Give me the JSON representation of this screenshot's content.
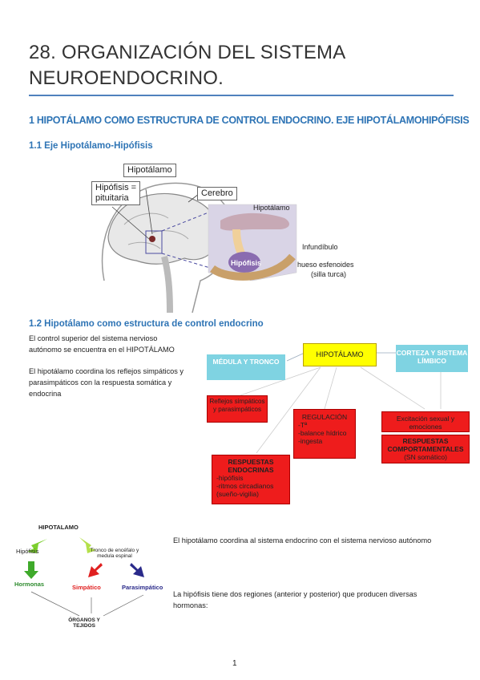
{
  "title_line1": "28. ORGANIZACIÓN DEL SISTEMA",
  "title_line2": "NEUROENDOCRINO.",
  "h1": "1 HIPOTÁLAMO COMO ESTRUCTURA DE CONTROL ENDOCRINO. EJE HIPOTÁLAMOHIPÓFISIS",
  "h1_1": "1.1 Eje Hipotálamo-Hipófisis",
  "brain": {
    "hipotalamo_box": "Hipotálamo",
    "hipofisis_box_1": "Hipófisis =",
    "hipofisis_box_2": "pituitaria",
    "cerebro_box": "Cerebro",
    "zoom_hipotalamo": "Hipotálamo",
    "infundibulo": "Infundíbulo",
    "hipofisis": "Hipófisis",
    "hueso_1": "hueso esfenoides",
    "hueso_2": "(silla turca)"
  },
  "h1_2": "1.2  Hipotálamo como estructura de control endocrino",
  "para1": "El control superior del sistema nervioso autónomo se encuentra en el HIPOTÁLAMO",
  "para2": "El hipotálamo coordina los reflejos simpáticos y parasimpáticos con la respuesta somática y endocrina",
  "map": {
    "hipotalamo": "HIPOTÁLAMO",
    "medula": "MÉDULA Y TRONCO",
    "corteza": "CORTEZA Y SISTEMA LÍMBICO",
    "reflejos": "Reflejos simpáticos y parasimpáticos",
    "regulacion_title": "REGULACIÓN",
    "regulacion_1": "-Tª",
    "regulacion_2": "-balance hídrico",
    "regulacion_3": "-ingesta",
    "excitacion": "Excitación sexual y emociones",
    "respuestas_comp_1": "RESPUESTAS",
    "respuestas_comp_2": "COMPORTAMENTALES",
    "respuestas_comp_3": "(SN somático)",
    "endocrinas_title_1": "RESPUESTAS",
    "endocrinas_title_2": "ENDOCRINAS",
    "endocrinas_1": "-hipófisis",
    "endocrinas_2": "-ritmos circadianos",
    "endocrinas_3": "(sueño-vigilia)"
  },
  "flow": {
    "hipotalamo": "HIPOTALAMO",
    "hipofisis": "Hipófisis",
    "tronco_1": "Tronco de encéfalo y",
    "tronco_2": "medula espinal",
    "hormonas": "Hormonas",
    "simpatico": "Simpático",
    "parasimpatico": "Parasimpático",
    "organos_1": "ÓRGANOS Y",
    "organos_2": "TEJIDOS"
  },
  "para3": "El hipotálamo coordina al sistema endocrino con el sistema nervioso autónomo",
  "para4": "La hipófisis tiene dos regiones (anterior y posterior) que producen diversas hormonas:",
  "page_number": "1"
}
